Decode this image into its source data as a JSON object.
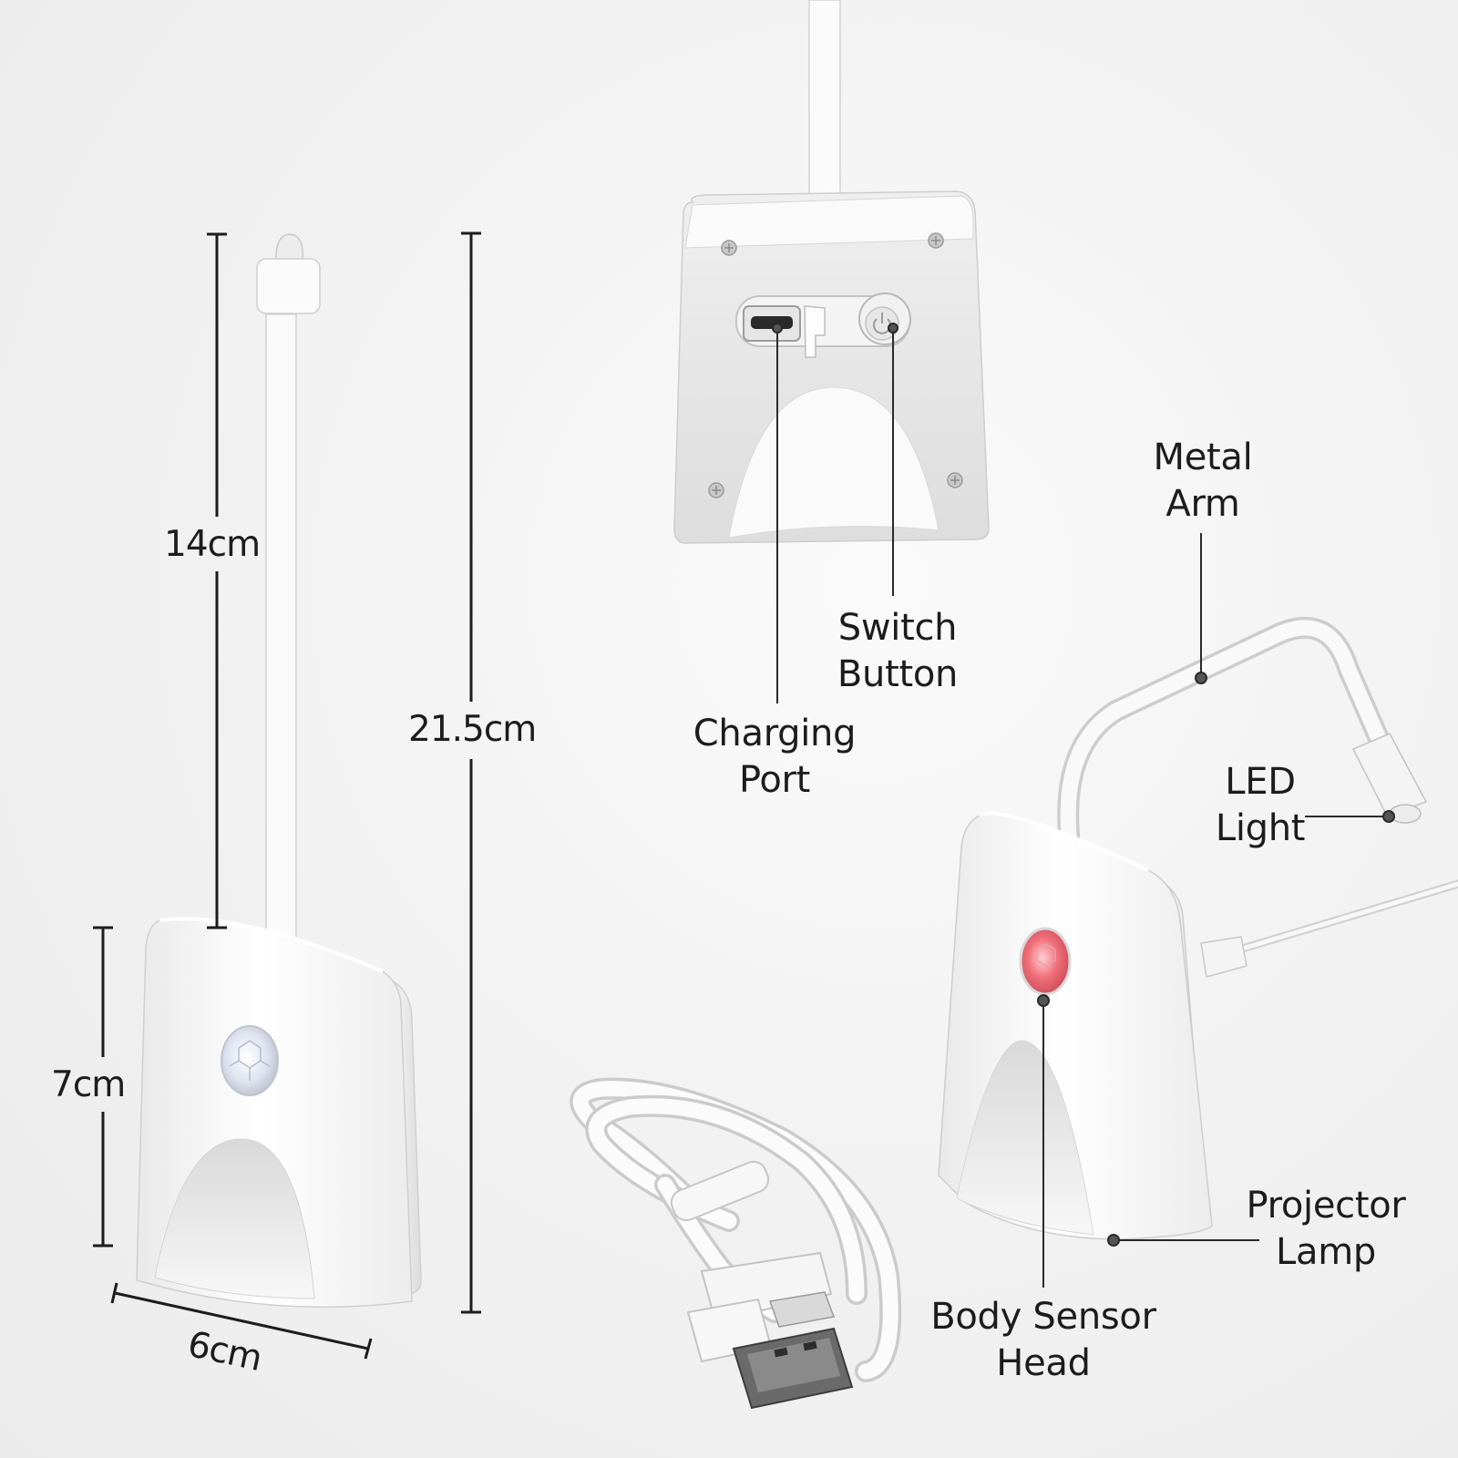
{
  "dimensions": {
    "arm_length": "14cm",
    "body_height": "7cm",
    "total_height": "21.5cm",
    "width": "6cm"
  },
  "callouts": {
    "charging_port": [
      "Charging",
      "Port"
    ],
    "switch_button": [
      "Switch",
      "Button"
    ],
    "metal_arm": [
      "Metal",
      "Arm"
    ],
    "led_light": [
      "LED",
      "Light"
    ],
    "projector_lamp": [
      "Projector",
      "Lamp"
    ],
    "body_sensor_head": [
      "Body Sensor",
      "Head"
    ]
  },
  "colors": {
    "text": "#1c1c1c",
    "sensor_red": "#f0707a",
    "sensor_white": "#dfe3ef"
  }
}
